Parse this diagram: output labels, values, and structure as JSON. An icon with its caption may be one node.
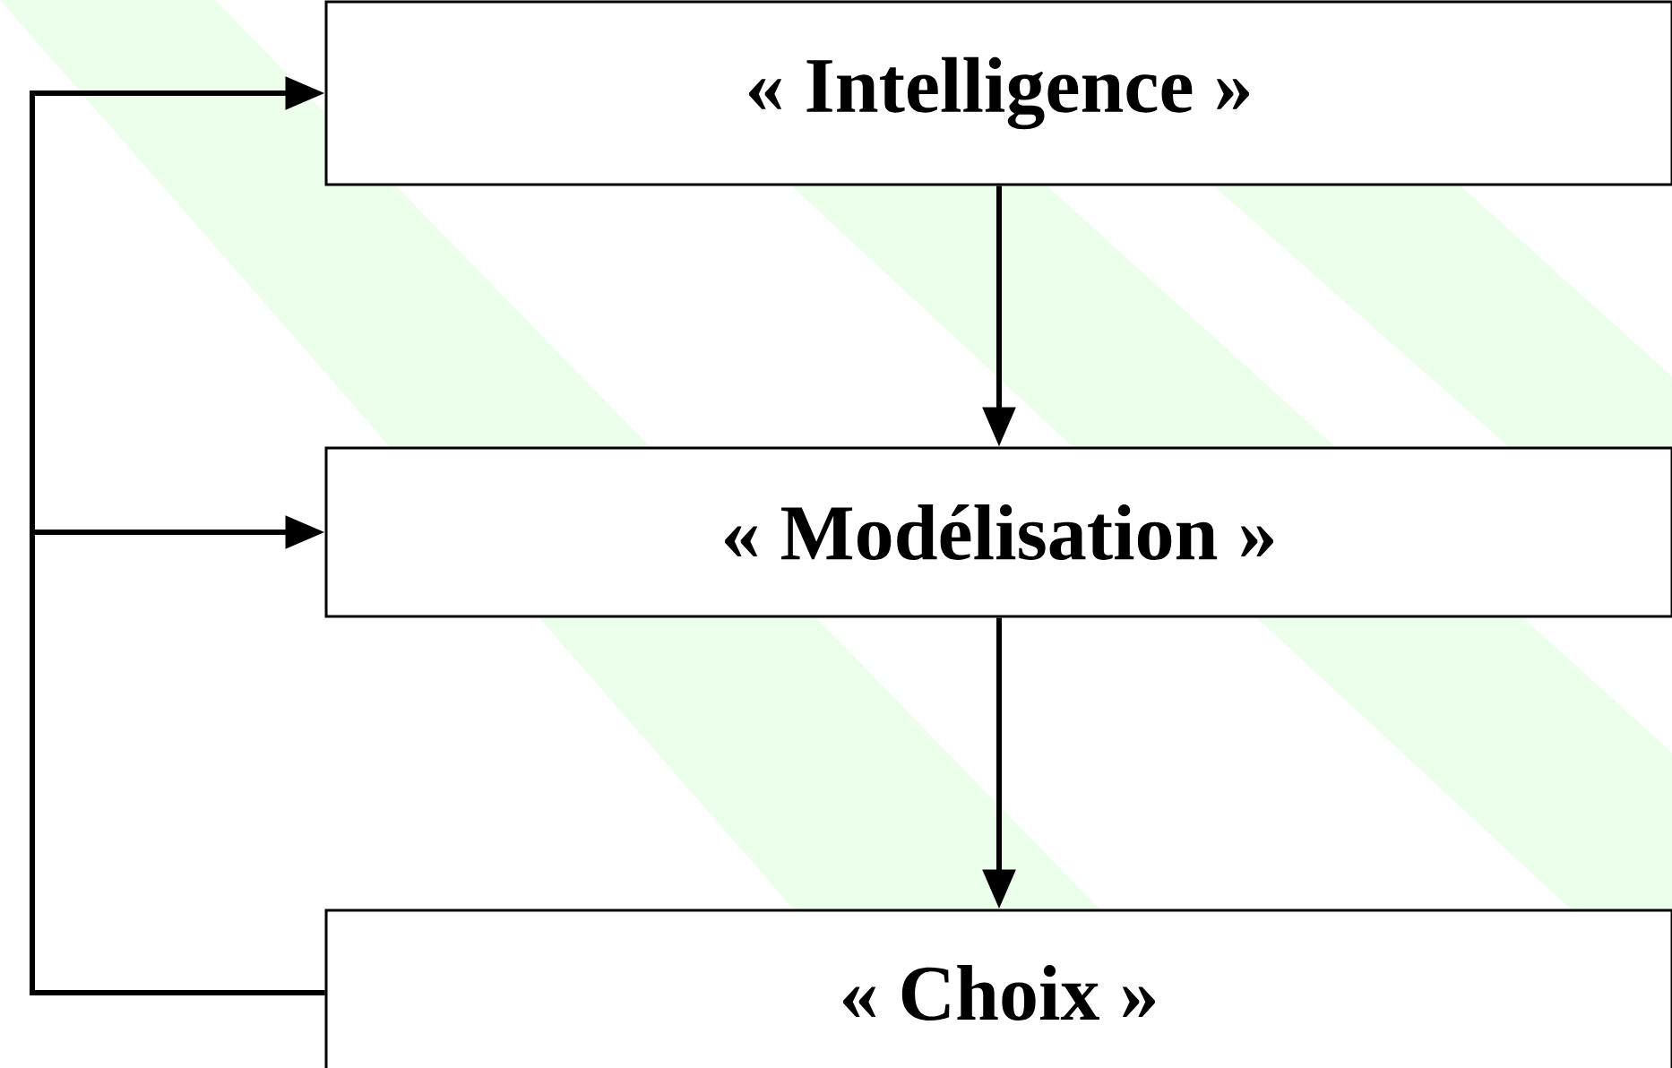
{
  "diagram": {
    "nodes": [
      {
        "text": [
          "« Intelligence »"
        ]
      },
      {
        "text": [
          "« Modélisation »"
        ]
      },
      {
        "text": [
          "« Choix »"
        ]
      }
    ],
    "edges": [
      {
        "from": 0,
        "to": 1,
        "arrow": "to"
      },
      {
        "from": 1,
        "to": 2,
        "arrow": "to"
      },
      {
        "from": 2,
        "to": 0,
        "arrow": "to"
      },
      {
        "from": 2,
        "to": 1,
        "arrow": "to"
      }
    ]
  }
}
